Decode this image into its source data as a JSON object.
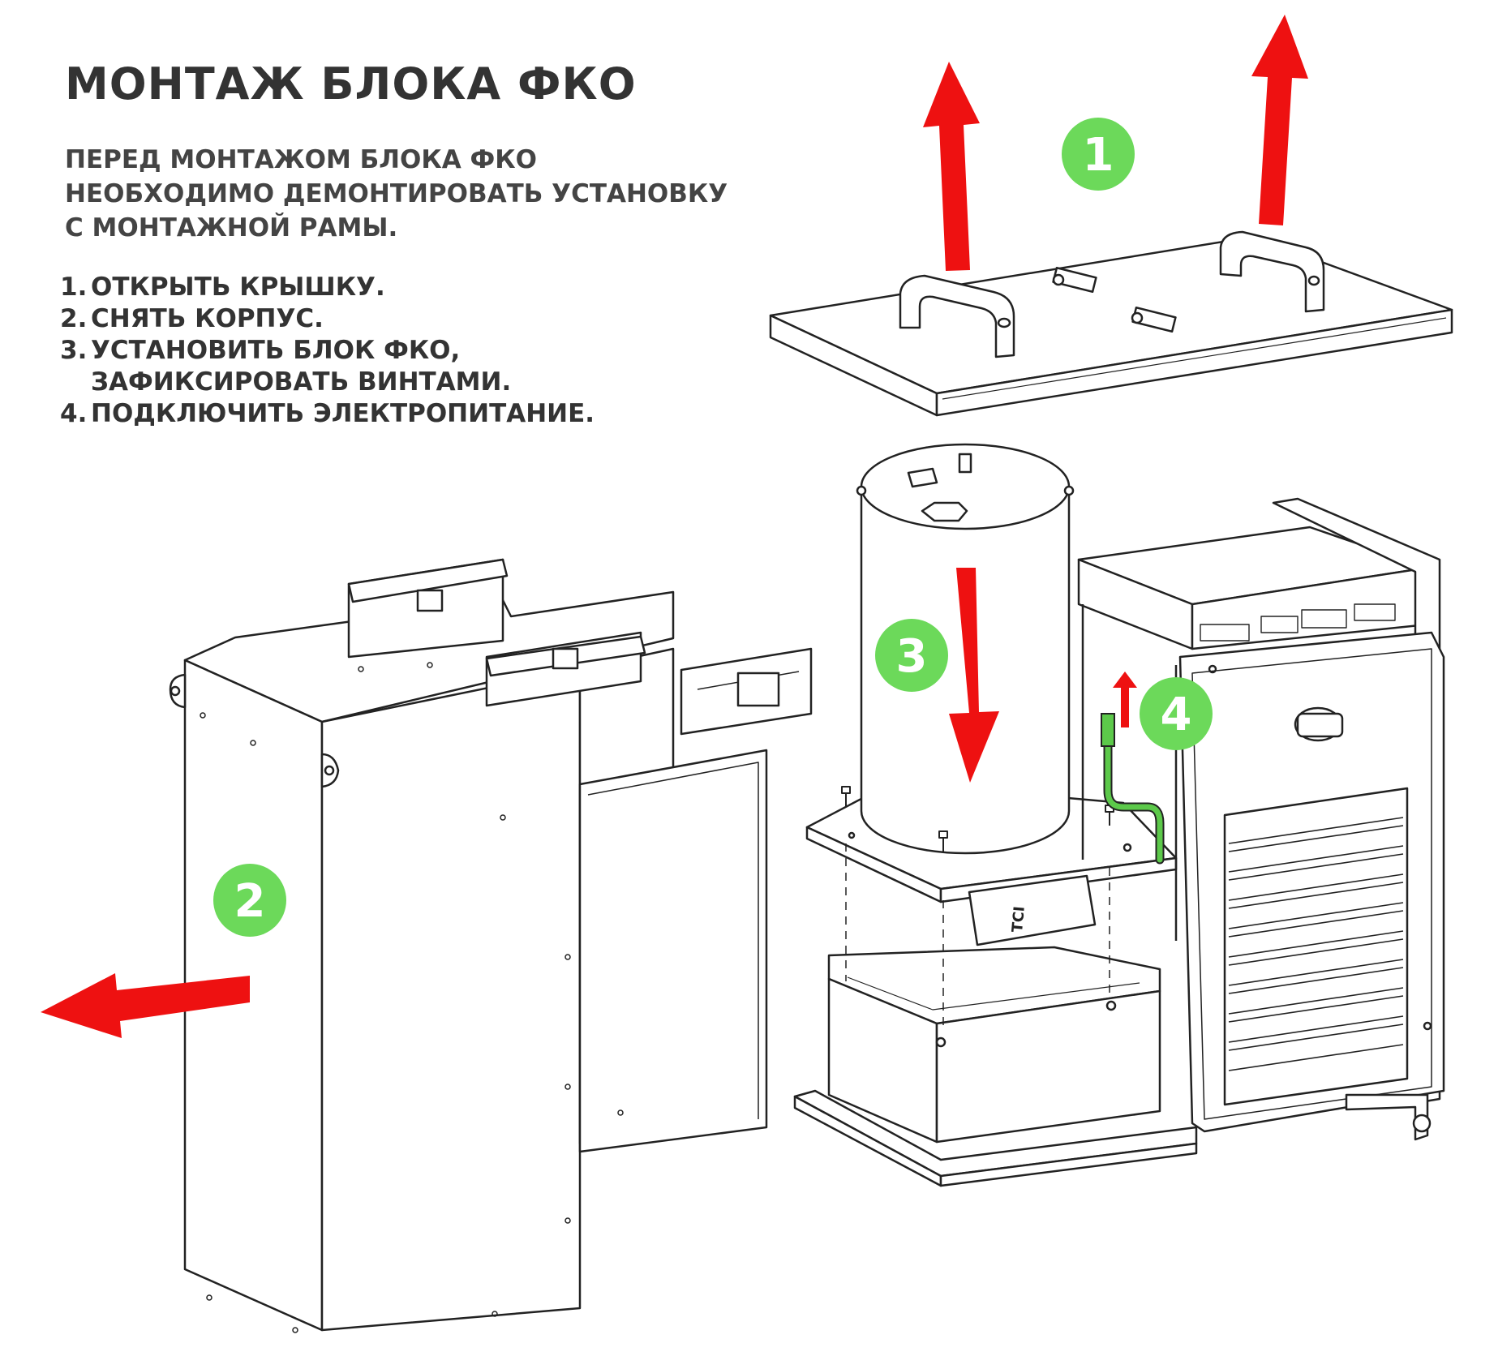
{
  "title": "МОНТАЖ БЛОКА ФКО",
  "intro_lines": [
    "ПЕРЕД МОНТАЖОМ БЛОКА ФКО",
    "НЕОБХОДИМО ДЕМОНТИРОВАТЬ УСТАНОВКУ",
    "С МОНТАЖНОЙ РАМЫ."
  ],
  "steps": [
    {
      "num": "1.",
      "text": "ОТКРЫТЬ КРЫШКУ."
    },
    {
      "num": "2.",
      "text": "СНЯТЬ КОРПУС."
    },
    {
      "num": "3.",
      "text": "УСТАНОВИТЬ БЛОК ФКО,"
    },
    {
      "num": "",
      "text": "ЗАФИКСИРОВАТЬ ВИНТАМИ."
    },
    {
      "num": "4.",
      "text": "ПОДКЛЮЧИТЬ ЭЛЕКТРОПИТАНИЕ."
    }
  ],
  "badges": {
    "b1": "1",
    "b2": "2",
    "b3": "3",
    "b4": "4"
  },
  "device_label": "TCI",
  "colors": {
    "badge": "#6cd95a",
    "arrow": "#ee1111",
    "line": "#222222",
    "text": "#333333",
    "cable": "#5cc94a"
  }
}
